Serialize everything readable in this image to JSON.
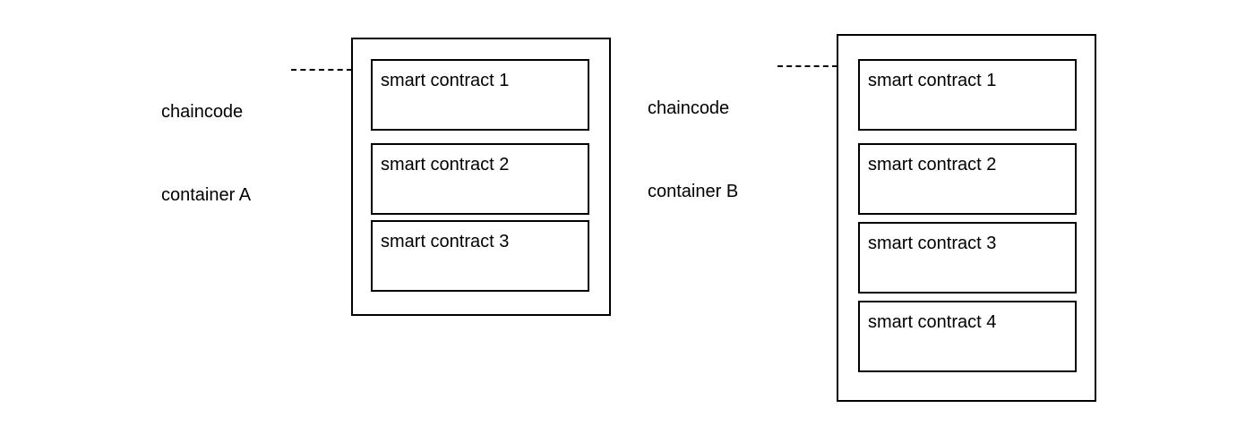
{
  "diagram": {
    "background_color": "#ffffff",
    "stroke_color": "#000000",
    "text_color": "#000000",
    "groups": [
      {
        "id": "chaincode-container-a",
        "label_line1": "chaincode",
        "label_line2": "container A",
        "contracts": [
          "smart contract 1",
          "smart contract 2",
          "smart contract 3"
        ]
      },
      {
        "id": "chaincode-container-b",
        "label_line1": "chaincode",
        "label_line2": "container B",
        "contracts": [
          "smart contract 1",
          "smart contract 2",
          "smart contract 3",
          "smart contract 4"
        ]
      }
    ]
  }
}
